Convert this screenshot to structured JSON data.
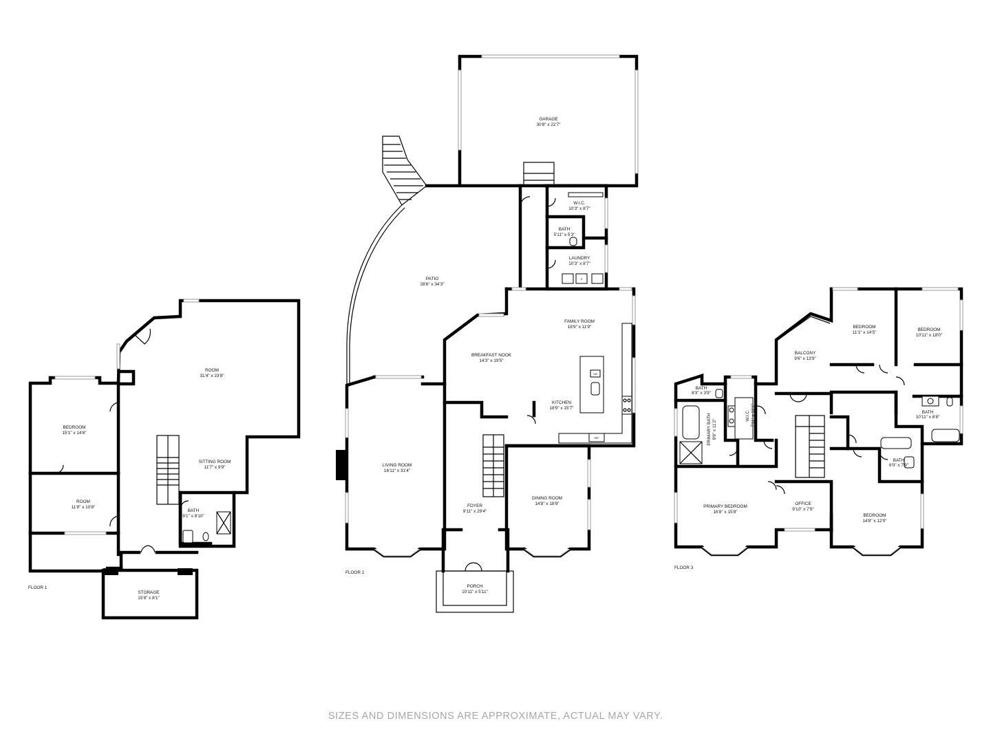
{
  "floors": [
    {
      "label": "FLOOR 1",
      "rooms": [
        {
          "name": "ROOM",
          "dims": "31'4\" x 23'8\""
        },
        {
          "name": "BEDROOM",
          "dims": "15'1\" x 14'6\""
        },
        {
          "name": "ROOM",
          "dims": "11'8\" x 10'8\""
        },
        {
          "name": "SITTING ROOM",
          "dims": "11'7\" x 9'9\""
        },
        {
          "name": "BATH",
          "dims": "9'1\" x 8'10\""
        },
        {
          "name": "STORAGE",
          "dims": "15'8\" x 8'1\""
        }
      ]
    },
    {
      "label": "FLOOR 2",
      "rooms": [
        {
          "name": "GARAGE",
          "dims": "30'8\" x 22'7\""
        },
        {
          "name": "W.I.C.",
          "dims": "10'3\" x 8'7\""
        },
        {
          "name": "BATH",
          "dims": "5'11\" x 5'3\""
        },
        {
          "name": "LAUNDRY",
          "dims": "10'3\" x 8'7\""
        },
        {
          "name": "PATIO",
          "dims": "28'6\" x 34'3\""
        },
        {
          "name": "FAMILY ROOM",
          "dims": "18'9\" x 11'9\""
        },
        {
          "name": "BREAKFAST NOOK",
          "dims": "14'3\" x 19'5\""
        },
        {
          "name": "KITCHEN",
          "dims": "18'9\" x 15'7\""
        },
        {
          "name": "LIVING ROOM",
          "dims": "16'11\" x 31'4\""
        },
        {
          "name": "FOYER",
          "dims": "9'11\" x 29'4\""
        },
        {
          "name": "DINING ROOM",
          "dims": "14'8\" x 18'9\""
        },
        {
          "name": "PORCH",
          "dims": "10'11\" x 5'11\""
        }
      ],
      "appliances": {
        "dishwasher": "DW",
        "refrigerator": "REF",
        "dryer": "D"
      }
    },
    {
      "label": "FLOOR 3",
      "rooms": [
        {
          "name": "BEDROOM",
          "dims": "11'1\" x 14'5\""
        },
        {
          "name": "BEDROOM",
          "dims": "10'11\" x 18'0\""
        },
        {
          "name": "BALCONY",
          "dims": "9'6\" x 13'9\""
        },
        {
          "name": "BATH",
          "dims": "8'3\" x 3'9\""
        },
        {
          "name": "PRIMARY BATH",
          "dims": "9'9\" x 11'2\""
        },
        {
          "name": "W.I.C.",
          "dims": "7'11\" x 11'1\""
        },
        {
          "name": "BATH",
          "dims": "10'11\" x 8'8\""
        },
        {
          "name": "BATH",
          "dims": "6'0\" x 7'9\""
        },
        {
          "name": "PRIMARY BEDROOM",
          "dims": "16'8\" x 15'8\""
        },
        {
          "name": "OFFICE",
          "dims": "9'10\" x 7'9\""
        },
        {
          "name": "BEDROOM",
          "dims": "14'8\" x 12'0\""
        }
      ]
    }
  ],
  "disclaimer": "SIZES AND DIMENSIONS ARE APPROXIMATE, ACTUAL MAY VARY."
}
